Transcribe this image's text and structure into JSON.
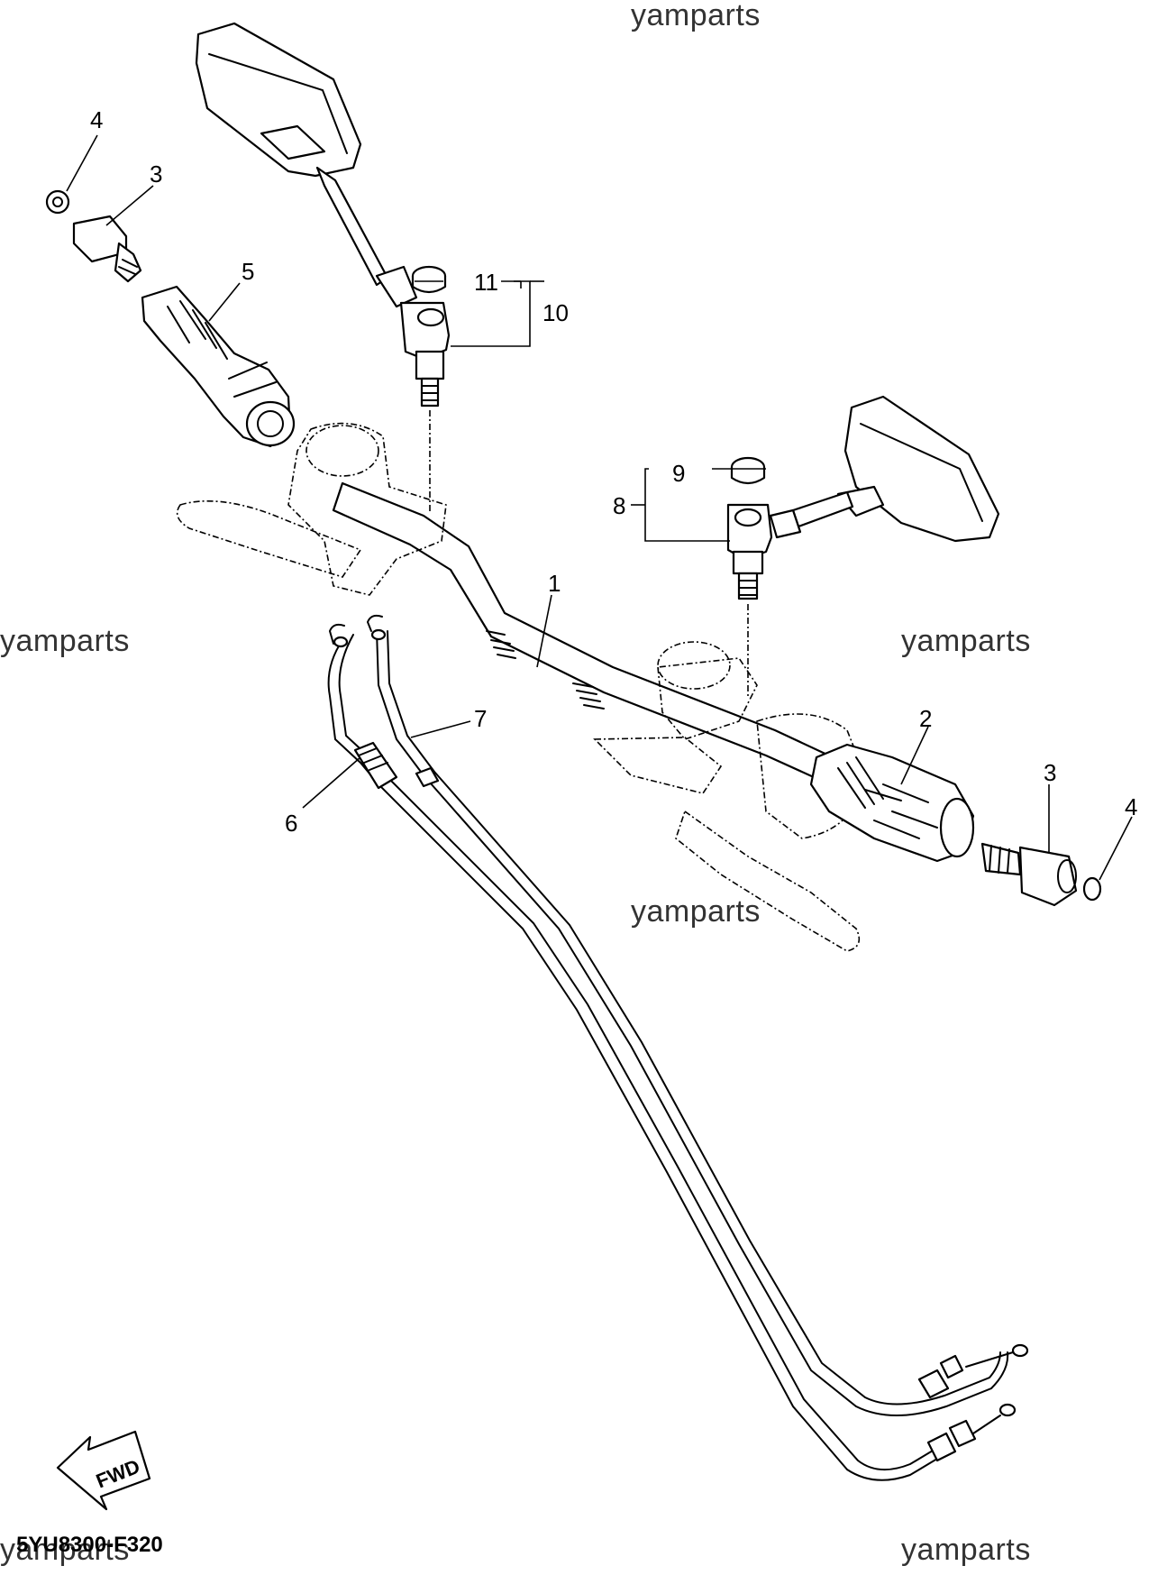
{
  "watermarks": [
    "yamparts",
    "yamparts",
    "yamparts",
    "yamparts",
    "yamparts",
    "yamparts"
  ],
  "callouts": {
    "c1": "1",
    "c2": "2",
    "c3a": "3",
    "c3b": "3",
    "c4a": "4",
    "c4b": "4",
    "c5": "5",
    "c6": "6",
    "c7": "7",
    "c8": "8",
    "c9": "9",
    "c10": "10",
    "c11": "11"
  },
  "fwd_label": "FWD",
  "diagram_code": "5YU8300-F320"
}
